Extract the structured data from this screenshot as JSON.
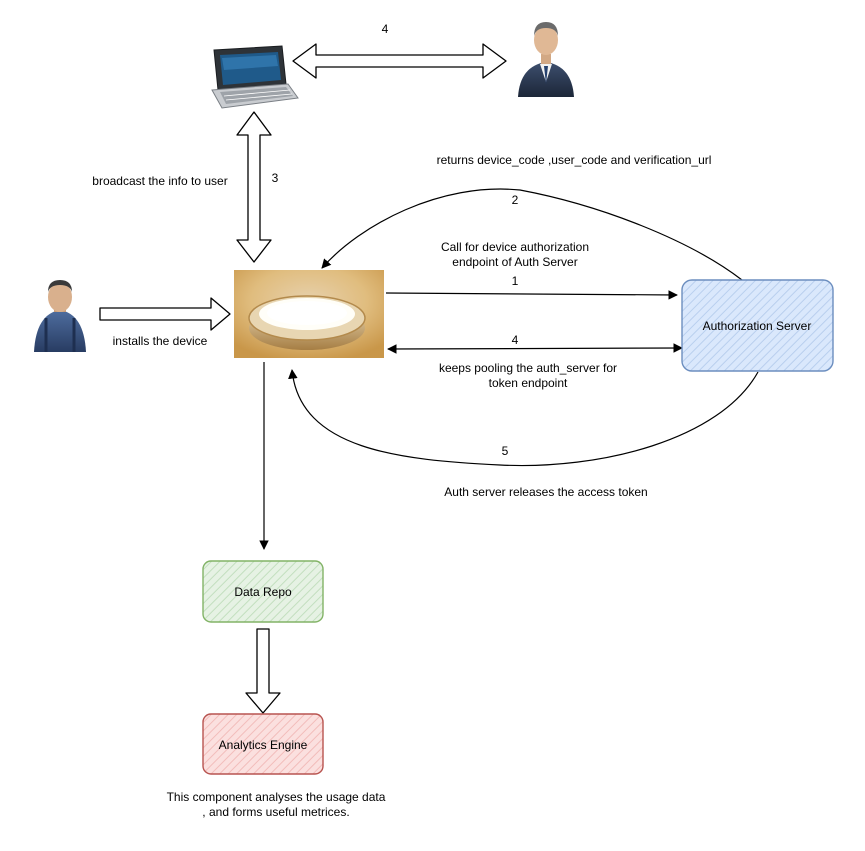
{
  "labels": {
    "top_step": "4",
    "returns_line": "returns device_code ,user_code and verification_url",
    "step_2": "2",
    "broadcast": "broadcast the info to user",
    "step_3": "3",
    "call_line1": "Call for device authorization",
    "call_line2": "endpoint of Auth Server",
    "step_1": "1",
    "installs": "installs the device",
    "step_4_mid": "4",
    "keeps_line1": "keeps pooling the auth_server for",
    "keeps_line2": "token endpoint",
    "step_5": "5",
    "releases": "Auth server releases the access token",
    "analytics_line1": "This component analyses the usage data",
    "analytics_line2": ", and forms useful metrices."
  },
  "nodes": {
    "auth_server": "Authorization Server",
    "data_repo": "Data Repo",
    "analytics_engine": "Analytics Engine"
  },
  "colors": {
    "auth_fill": "#dae8fc",
    "auth_stroke": "#6c8ebf",
    "repo_fill": "#d5e8d4",
    "repo_stroke": "#82b366",
    "analytics_fill": "#f8cecc",
    "analytics_stroke": "#b85450"
  },
  "icons": {
    "laptop": "laptop-icon",
    "business_user": "business-user-icon",
    "installer": "installer-icon",
    "device": "smart-light-device-icon"
  }
}
